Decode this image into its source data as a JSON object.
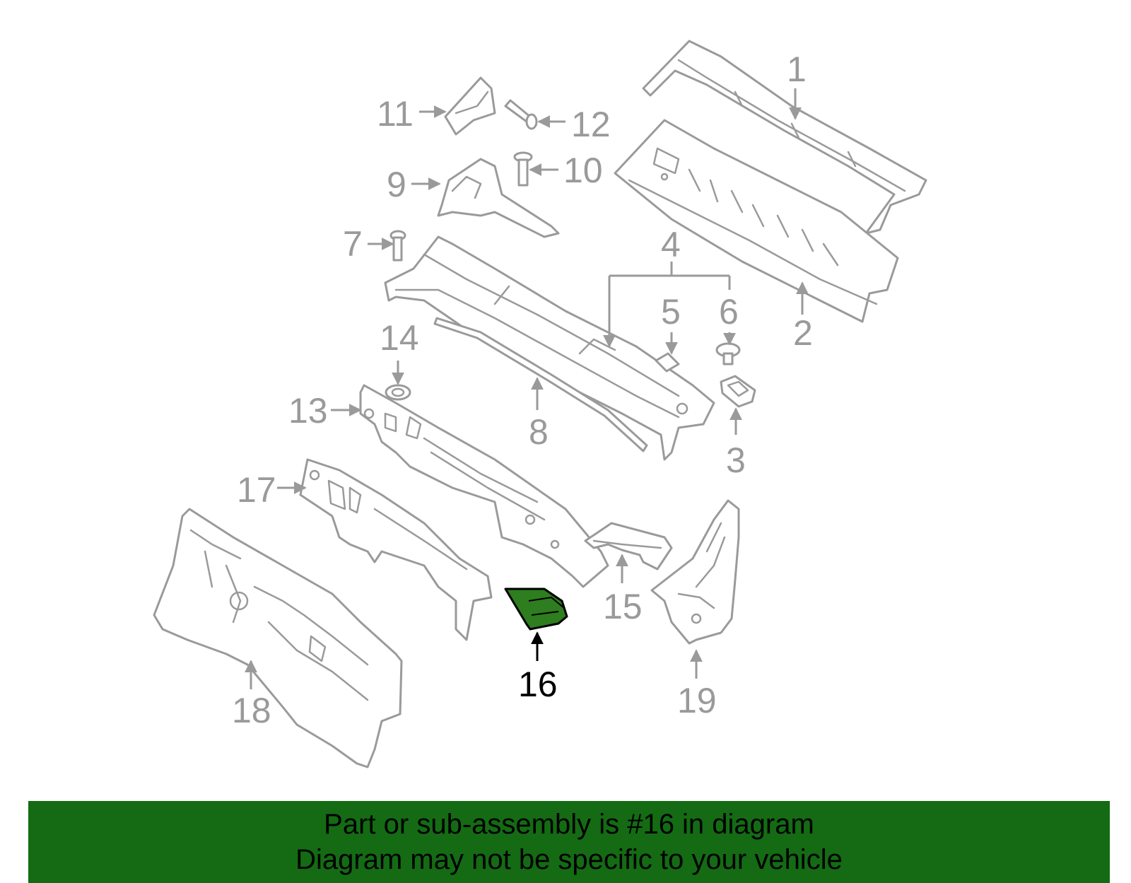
{
  "diagram": {
    "callouts": {
      "c1": "1",
      "c2": "2",
      "c3": "3",
      "c4": "4",
      "c5": "5",
      "c6": "6",
      "c7": "7",
      "c8": "8",
      "c9": "9",
      "c10": "10",
      "c11": "11",
      "c12": "12",
      "c13": "13",
      "c14": "14",
      "c15": "15",
      "c16": "16",
      "c17": "17",
      "c18": "18",
      "c19": "19"
    },
    "highlighted_part": "16",
    "colors": {
      "outline": "#9a9a9a",
      "highlight_fill": "#2e7d1f",
      "highlight_text": "#000000"
    }
  },
  "banner": {
    "line1": "Part or sub-assembly is #16 in diagram",
    "line2": "Diagram may not be specific to your vehicle",
    "background": "#146b14"
  }
}
